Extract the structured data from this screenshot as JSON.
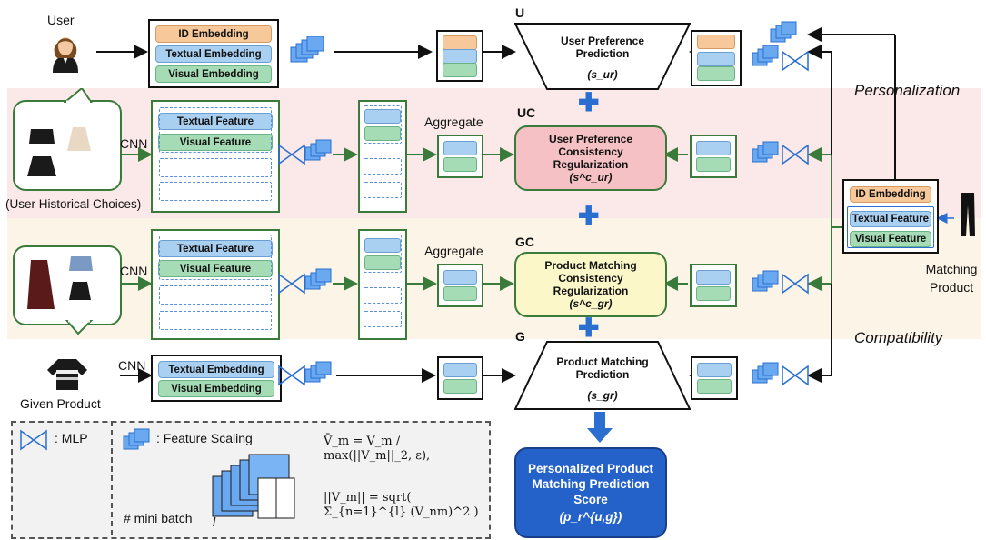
{
  "labels": {
    "user": "User",
    "user_historical_choices": "(User Historical Choices)",
    "given_product": "Given Product",
    "matching_product": "Matching Product",
    "personalization": "Personalization",
    "compatibility": "Compatibility",
    "cnn": "CNN",
    "aggregate": "Aggregate"
  },
  "embeddings": {
    "id": "ID Embedding",
    "textual": "Textual Embedding",
    "visual": "Visual Embedding",
    "textual_feature": "Textual Feature",
    "visual_feature": "Visual Feature"
  },
  "branches": {
    "u": "U",
    "uc": "UC",
    "gc": "GC",
    "g": "G"
  },
  "modules": {
    "user_pref_pred": "User Preference Prediction",
    "user_pref_pred_score": "(s_ur)",
    "uc_reg": "User Preference Consistency Regularization",
    "uc_reg_score": "(s^c_ur)",
    "gc_reg": "Product Matching Consistency Regularization",
    "gc_reg_score": "(s^c_gr)",
    "prod_match_pred": "Product Matching Prediction",
    "prod_match_pred_score": "(s_gr)",
    "final": "Personalized Product Matching Prediction Score",
    "final_score": "(p_r^{u,g})"
  },
  "legend": {
    "mlp": ": MLP",
    "feature_scaling": ": Feature Scaling",
    "mini_batch": "# mini batch",
    "l": "l",
    "formula_scaling": "V̄_m = V_m / max(||V_m||_2, ε),",
    "formula_norm": "||V_m|| = sqrt( Σ_{n=1}^{l} (V_nm)^2 )"
  },
  "colors": {
    "green_border": "#3a7a3a",
    "blue": "#2a6fd0",
    "final_box": "#2461c9",
    "pink_reg": "#f6c1c4",
    "yellow_reg": "#fbf7c8"
  }
}
